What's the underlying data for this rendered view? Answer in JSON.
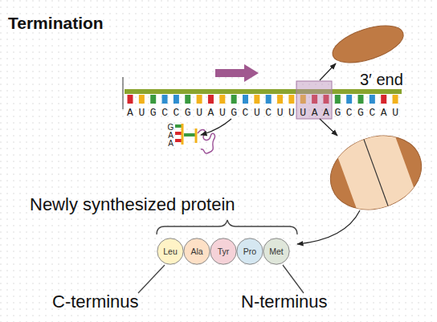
{
  "diagram": {
    "title": "Termination",
    "nodes": [
      {
        "text": [
          "Leu"
        ]
      },
      {
        "text": [
          "Ala"
        ]
      },
      {
        "text": [
          "Tyr"
        ]
      },
      {
        "text": [
          "Pro"
        ]
      },
      {
        "text": [
          "Met"
        ]
      }
    ],
    "labels": [
      "3′ end",
      "AUGCCGUAUGCUCUUUAAGCGCAU",
      "GAA",
      "Newly synthesized protein",
      "C-terminus",
      "N-terminus"
    ]
  }
}
